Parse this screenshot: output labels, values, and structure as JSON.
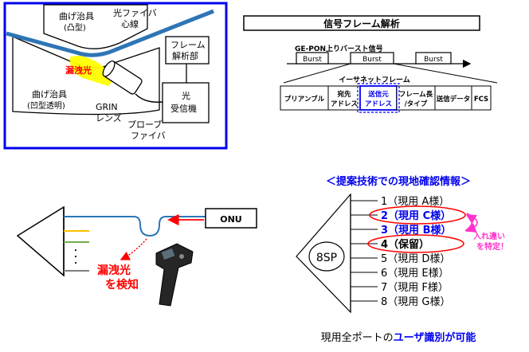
{
  "apparatus": {
    "top_jig": "曲げ治具",
    "top_jig_sub": "(凸型)",
    "fiber_label_1": "光ファイバ",
    "fiber_label_2": "心線",
    "leak_light": "漏洩光",
    "bottom_jig": "曲げ治具",
    "bottom_jig_sub": "(凹型透明)",
    "grin_1": "GRIN",
    "grin_2": "レンズ",
    "probe_1": "プローブ",
    "probe_2": "ファイバ",
    "frame_unit_1": "フレーム",
    "frame_unit_2": "解析部",
    "receiver_1": "光",
    "receiver_2": "受信機",
    "colors": {
      "frame_border": "#0000ee",
      "leak": "#ffff00",
      "leak_text": "#ff0000",
      "fiber": "#2e75b6"
    }
  },
  "frame_analysis": {
    "title": "信号フレーム解析",
    "burst_signal_label": "GE-PON上りバースト信号",
    "bursts": [
      "Burst",
      "Burst",
      "Burst"
    ],
    "ethernet_label": "イーサネットフレーム",
    "fields": [
      {
        "line1": "プリアンブル",
        "line2": ""
      },
      {
        "line1": "宛先",
        "line2": "アドレス"
      },
      {
        "line1": "送信元",
        "line2": "アドレス"
      },
      {
        "line1": "フレーム長",
        "line2": "/タイプ"
      },
      {
        "line1": "送信データ",
        "line2": ""
      },
      {
        "line1": "FCS",
        "line2": ""
      }
    ],
    "highlight_color": "#0000ee"
  },
  "detection": {
    "onu": "ONU",
    "detect_1": "漏洩光",
    "detect_2": "を検知",
    "port_marks": [
      "・",
      "・",
      "・"
    ]
  },
  "proposal": {
    "title": "＜提案技術での現地確認情報＞",
    "splitter": "8SP",
    "ports": [
      {
        "text": "1（現用 A様）",
        "style": "normal"
      },
      {
        "text": "2（現用 C様）",
        "style": "blue"
      },
      {
        "text": "3（現用 B様）",
        "style": "blue"
      },
      {
        "text": "4（保留）",
        "style": "bold"
      },
      {
        "text": "5（現用 D様）",
        "style": "normal"
      },
      {
        "text": "6（現用 E様）",
        "style": "normal"
      },
      {
        "text": "7（現用 F様）",
        "style": "normal"
      },
      {
        "text": "8（現用 G様）",
        "style": "normal"
      }
    ],
    "swap_note_1": "入れ違い",
    "swap_note_2": "を特定！",
    "footer_prefix": "現用全ポートの",
    "footer_highlight": "ユーザ識別が可能",
    "colors": {
      "title": "#0000ee",
      "swap": "#ff33cc",
      "ellipse": "#ff0000"
    }
  }
}
